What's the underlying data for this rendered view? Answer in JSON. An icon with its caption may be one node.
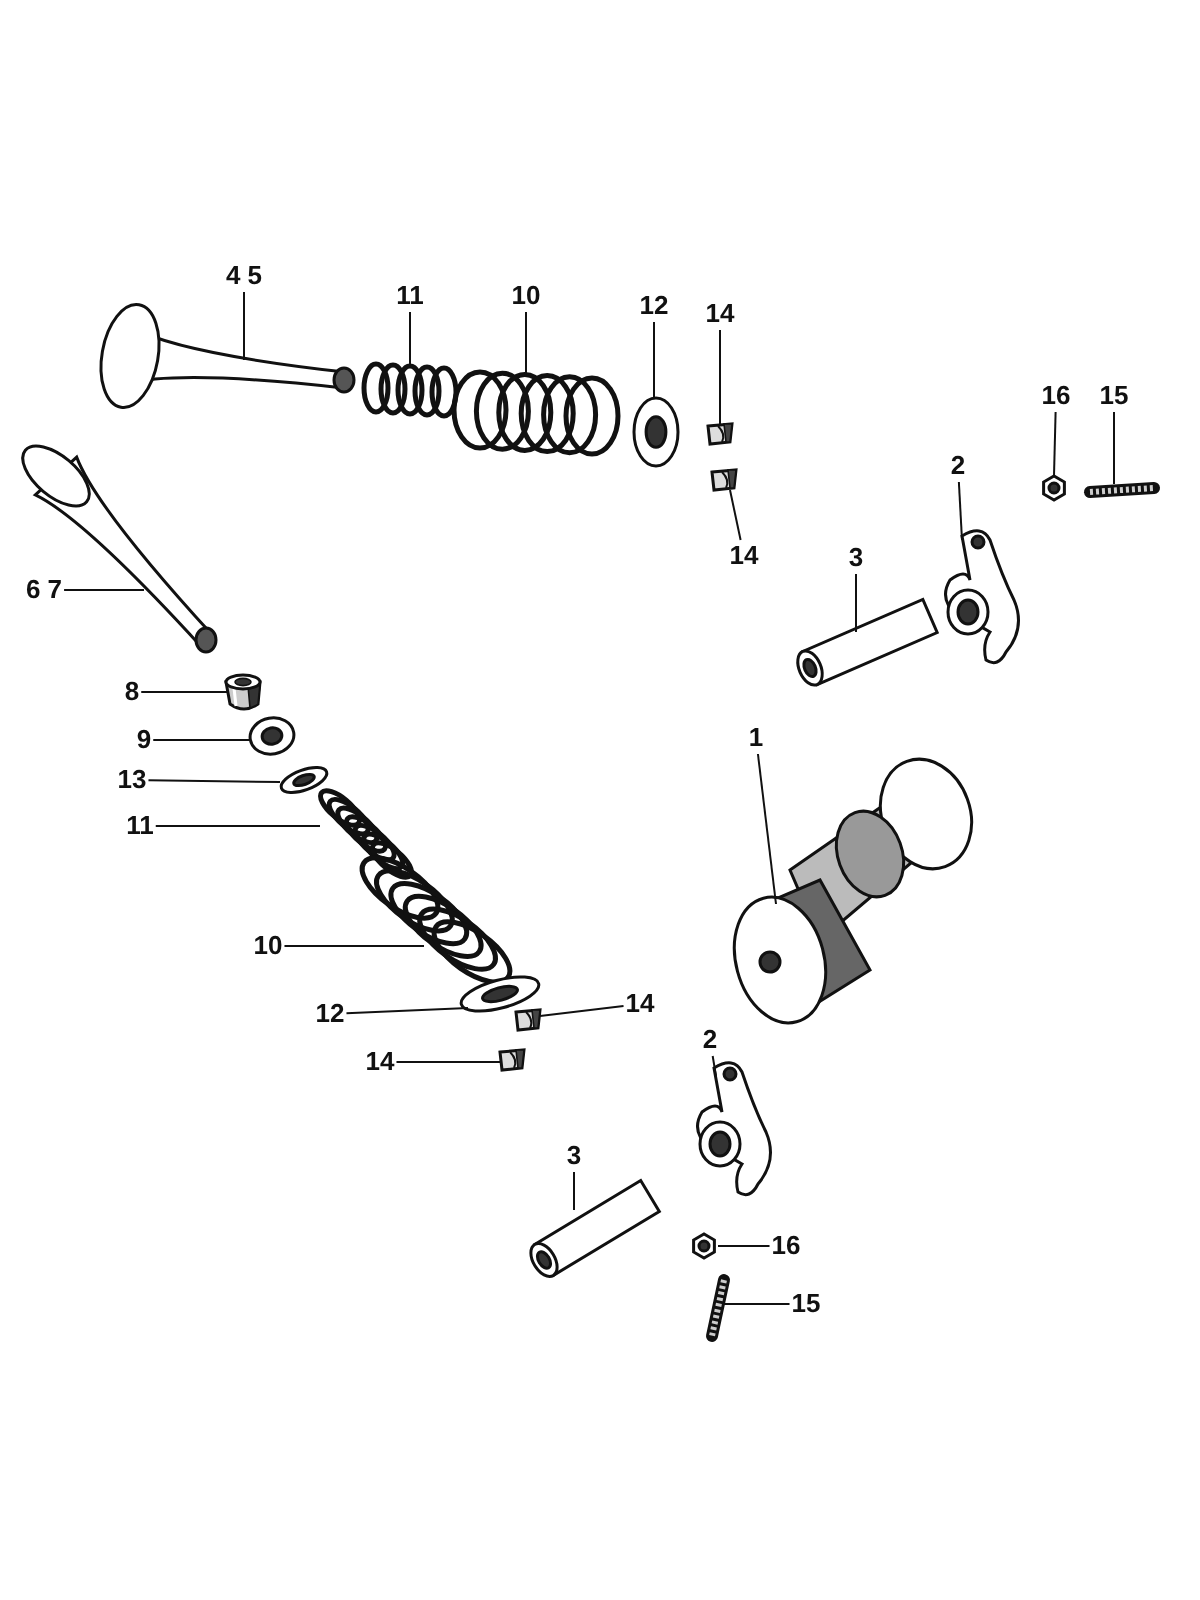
{
  "diagram": {
    "nodes": [
      {
        "text": [
          "4 5"
        ]
      },
      {
        "text": [
          "11"
        ]
      },
      {
        "text": [
          "10"
        ]
      },
      {
        "text": [
          "12"
        ]
      },
      {
        "text": [
          "14"
        ]
      },
      {
        "text": [
          "14"
        ]
      },
      {
        "text": [
          "16"
        ]
      },
      {
        "text": [
          "15"
        ]
      },
      {
        "text": [
          "2"
        ]
      },
      {
        "text": [
          "3"
        ]
      },
      {
        "text": [
          "6 7"
        ]
      },
      {
        "text": [
          "8"
        ]
      },
      {
        "text": [
          "9"
        ]
      },
      {
        "text": [
          "13"
        ]
      },
      {
        "text": [
          "11"
        ]
      },
      {
        "text": [
          "10"
        ]
      },
      {
        "text": [
          "12"
        ]
      },
      {
        "text": [
          "14"
        ]
      },
      {
        "text": [
          "14"
        ]
      },
      {
        "text": [
          "1"
        ]
      },
      {
        "text": [
          "2"
        ]
      },
      {
        "text": [
          "3"
        ]
      },
      {
        "text": [
          "16"
        ]
      },
      {
        "text": [
          "15"
        ]
      },
      {
        "text": [],
        "shape": "picture"
      },
      {
        "text": [],
        "shape": "picture"
      },
      {
        "text": [],
        "shape": "picture"
      },
      {
        "text": [],
        "shape": "picture"
      },
      {
        "text": [],
        "shape": "picture"
      },
      {
        "text": [],
        "shape": "picture"
      },
      {
        "text": [],
        "shape": "picture"
      },
      {
        "text": [],
        "shape": "picture"
      },
      {
        "text": [],
        "shape": "picture"
      },
      {
        "text": [],
        "shape": "picture"
      },
      {
        "text": [],
        "shape": "picture"
      },
      {
        "text": [],
        "shape": "picture"
      },
      {
        "text": [],
        "shape": "picture"
      },
      {
        "text": [],
        "shape": "picture"
      },
      {
        "text": [],
        "shape": "picture"
      },
      {
        "text": [],
        "shape": "picture"
      },
      {
        "text": [],
        "shape": "picture"
      },
      {
        "text": [],
        "shape": "picture"
      },
      {
        "text": [],
        "shape": "picture"
      },
      {
        "text": [],
        "shape": "picture"
      },
      {
        "text": [],
        "shape": "picture"
      },
      {
        "text": [],
        "shape": "picture"
      },
      {
        "text": [],
        "shape": "picture"
      },
      {
        "text": [],
        "shape": "picture"
      }
    ],
    "edges": [
      {
        "from": 0,
        "to": 24,
        "arrow": "none"
      },
      {
        "from": 1,
        "to": 25,
        "arrow": "none"
      },
      {
        "from": 2,
        "to": 26,
        "arrow": "none"
      },
      {
        "from": 3,
        "to": 27,
        "arrow": "none"
      },
      {
        "from": 4,
        "to": 28,
        "arrow": "none"
      },
      {
        "from": 5,
        "to": 29,
        "arrow": "none"
      },
      {
        "from": 6,
        "to": 30,
        "arrow": "none"
      },
      {
        "from": 7,
        "to": 31,
        "arrow": "none"
      },
      {
        "from": 8,
        "to": 32,
        "arrow": "none"
      },
      {
        "from": 9,
        "to": 33,
        "arrow": "none"
      },
      {
        "from": 10,
        "to": 34,
        "arrow": "none"
      },
      {
        "from": 11,
        "to": 35,
        "arrow": "none"
      },
      {
        "from": 12,
        "to": 36,
        "arrow": "none"
      },
      {
        "from": 13,
        "to": 37,
        "arrow": "none"
      },
      {
        "from": 14,
        "to": 38,
        "arrow": "none"
      },
      {
        "from": 15,
        "to": 39,
        "arrow": "none"
      },
      {
        "from": 16,
        "to": 40,
        "arrow": "none"
      },
      {
        "from": 17,
        "to": 41,
        "arrow": "none"
      },
      {
        "from": 18,
        "to": 42,
        "arrow": "none"
      },
      {
        "from": 19,
        "to": 43,
        "arrow": "none"
      },
      {
        "from": 20,
        "to": 44,
        "arrow": "none"
      },
      {
        "from": 21,
        "to": 45,
        "arrow": "none"
      },
      {
        "from": 22,
        "to": 46,
        "arrow": "none"
      },
      {
        "from": 23,
        "to": 47,
        "arrow": "none"
      }
    ]
  }
}
